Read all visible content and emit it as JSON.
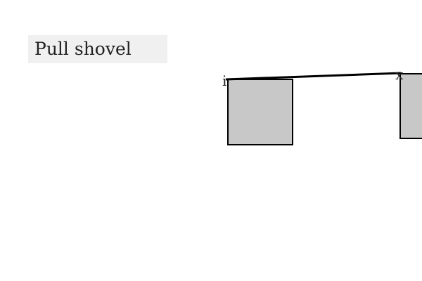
{
  "title": "Pull shovel",
  "colors": {
    "background": "#ffffff",
    "title_bg": "#f0f0f0",
    "box_fill": "#c8c8c8",
    "stroke": "#000000"
  },
  "nodes": [
    {
      "label": "i"
    },
    {
      "label": "x"
    }
  ]
}
